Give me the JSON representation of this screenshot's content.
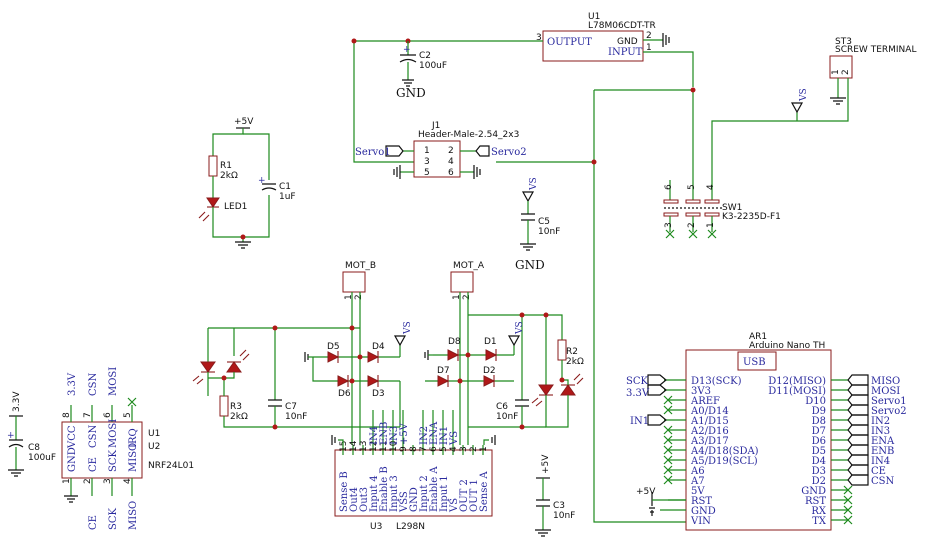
{
  "colors": {
    "wire": "#1d8a1d",
    "outline": "#8a1b1b",
    "text": "#2a2a9e",
    "ref": "#111111"
  },
  "u1reg": {
    "ref": "U1",
    "value": "L78M06CDT-TR",
    "output": "OUTPUT",
    "gnd": "GND",
    "input": "INPUT",
    "p3": "3",
    "p2": "2",
    "p1": "1"
  },
  "c2": {
    "ref": "C2",
    "value": "100uF",
    "gnd": "GND"
  },
  "st3": {
    "ref": "ST3",
    "value": "SCREW TERMINAL",
    "p1": "1",
    "p2": "2"
  },
  "vs_top": "VS",
  "j1": {
    "ref": "J1",
    "value": "Header-Male-2.54_2x3",
    "pins": [
      "1",
      "2",
      "3",
      "4",
      "5",
      "6"
    ],
    "servo1": "Servo1",
    "servo2": "Servo2"
  },
  "vcc5v": "+5V",
  "r1": {
    "ref": "R1",
    "value": "2kΩ"
  },
  "led1": "LED1",
  "c1": {
    "ref": "C1",
    "value": "1uF"
  },
  "c5": {
    "ref": "C5",
    "value": "10nF",
    "vs": "VS",
    "gnd": "GND"
  },
  "sw1": {
    "ref": "SW1",
    "value": "K3-2235D-F1",
    "pins": [
      "6",
      "5",
      "4",
      "3",
      "2",
      "1"
    ]
  },
  "motb": {
    "ref": "MOT_B",
    "p1": "1",
    "p2": "2"
  },
  "mota": {
    "ref": "MOT_A",
    "p1": "1",
    "p2": "2"
  },
  "vs_b": "VS",
  "vs_a": "VS",
  "d": {
    "d5": "D5",
    "d4": "D4",
    "d6": "D6",
    "d3": "D3",
    "d8": "D8",
    "d1": "D1",
    "d7": "D7",
    "d2": "D2"
  },
  "r3": {
    "ref": "R3",
    "value": "2kΩ"
  },
  "c7": {
    "ref": "C7",
    "value": "10nF"
  },
  "r2": {
    "ref": "R2",
    "value": "2kΩ"
  },
  "c6": {
    "ref": "C6",
    "value": "10nF"
  },
  "u3": {
    "ref": "U3",
    "value": "L298N",
    "pins": [
      "Sense B",
      "Out4",
      "Out3",
      "Input 4",
      "Enable B",
      "Input 3",
      "VSS",
      "GND",
      "Input 2",
      "Enable A",
      "Input 1",
      "VS",
      "OUT 2",
      "OUT 1",
      "Sense A"
    ],
    "pin_nums": [
      "15",
      "14",
      "13",
      "12",
      "11",
      "10",
      "9",
      "8",
      "7",
      "6",
      "5",
      "4",
      "3",
      "2",
      "1"
    ],
    "nets": [
      "IN4",
      "ENB",
      "IN3",
      "+5V",
      "IN2",
      "ENA",
      "IN1",
      "VS"
    ]
  },
  "c3": {
    "ref": "C3",
    "value": "10nF",
    "v": "+5V"
  },
  "c8": {
    "ref": "C8",
    "value": "100uF",
    "v": "3.3V"
  },
  "u2": {
    "ref": "U1",
    "ref2": "U2",
    "value": "NRF24L01",
    "top_pins": [
      "VCC",
      "CSN",
      "MOSI",
      "IRQ"
    ],
    "top_nums": [
      "8",
      "7",
      "6",
      "5"
    ],
    "top_nets": [
      "3.3V",
      "CSN",
      "MOSI"
    ],
    "bot_pins": [
      "GND",
      "CE",
      "SCK",
      "MISO"
    ],
    "bot_nums": [
      "1",
      "2",
      "3",
      "4"
    ],
    "bot_nets": [
      "CE",
      "SCK",
      "MISO"
    ]
  },
  "ard": {
    "ref": "AR1",
    "value": "Arduino Nano TH",
    "usb": "USB",
    "left": [
      "D13(SCK)",
      "3V3",
      "AREF",
      "A0/D14",
      "A1/D15",
      "A2/D16",
      "A3/D17",
      "A4/D18(SDA)",
      "A5/D19(SCL)",
      "A6",
      "A7",
      "5V",
      "RST",
      "GND",
      "VIN"
    ],
    "right": [
      "D12(MISO)",
      "D11(MOSI)",
      "D10",
      "D9",
      "D8",
      "D7",
      "D6",
      "D5",
      "D4",
      "D3",
      "D2",
      "GND",
      "RST",
      "RX",
      "TX"
    ],
    "left_nets": [
      "SCK",
      "3.3V",
      "IN1",
      "+5V"
    ],
    "right_nets": [
      "MISO",
      "MOSI",
      "Servo1",
      "Servo2",
      "IN2",
      "IN3",
      "ENA",
      "ENB",
      "IN4",
      "CE",
      "CSN"
    ]
  }
}
